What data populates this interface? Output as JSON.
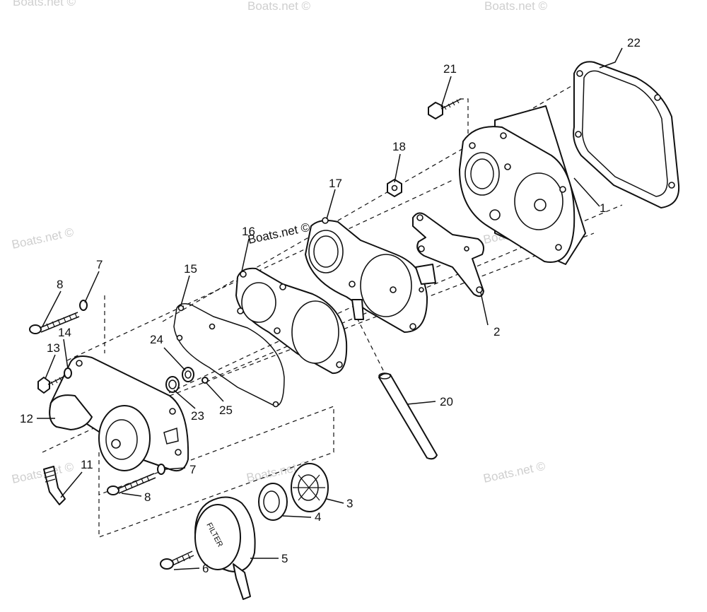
{
  "watermark": "Boats.net ©",
  "filter_text": "FILTER",
  "callouts": {
    "p1": "1",
    "p2": "2",
    "p3": "3",
    "p4": "4",
    "p5": "5",
    "p6": "6",
    "p7a": "7",
    "p7b": "7",
    "p8a": "8",
    "p8b": "8",
    "p11": "11",
    "p12": "12",
    "p13": "13",
    "p14": "14",
    "p15": "15",
    "p16": "16",
    "p17": "17",
    "p18": "18",
    "p20": "20",
    "p21": "21",
    "p22": "22",
    "p23": "23",
    "p24": "24",
    "p25": "25"
  },
  "colors": {
    "line": "#111111",
    "watermark": "#cfcfcf",
    "background": "#ffffff"
  }
}
